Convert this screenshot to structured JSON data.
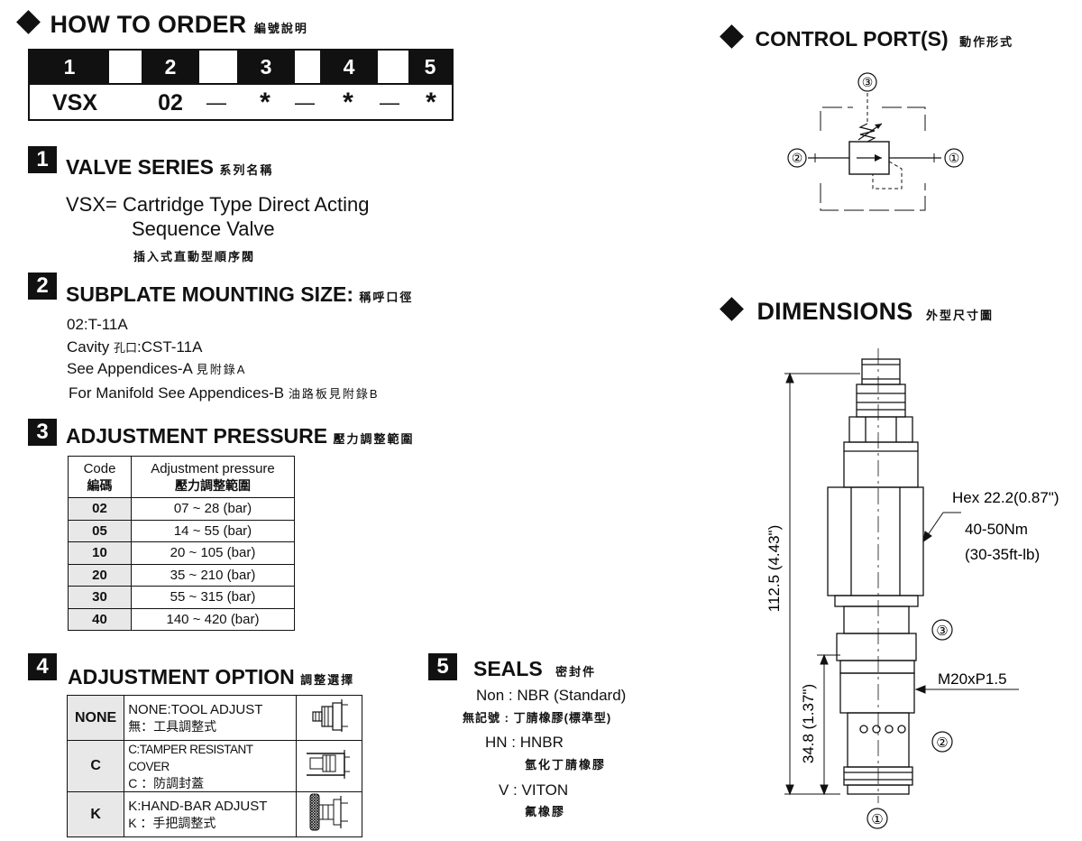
{
  "how_to_order": {
    "title": "HOW TO  ORDER",
    "title_cjk": "編號說明",
    "header_numbers": [
      "1",
      "2",
      "3",
      "4",
      "5"
    ],
    "values": [
      "VSX",
      "02",
      "—",
      "*",
      "—",
      "*",
      "—",
      "*"
    ]
  },
  "control_ports": {
    "title": "CONTROL PORT(S)",
    "title_cjk": "動作形式",
    "port_labels": [
      "③",
      "②",
      "①"
    ]
  },
  "dimensions": {
    "title": "DIMENSIONS",
    "title_cjk": "外型尺寸圖",
    "overall_length": "112.5 (4.43\")",
    "lower_length": "34.8 (1.37\")",
    "hex": "Hex  22.2(0.87\")",
    "torque_nm": "40-50Nm",
    "torque_ftlb": "(30-35ft-lb)",
    "thread": "M20xP1.5",
    "port_labels": [
      "③",
      "②",
      "①"
    ]
  },
  "section1": {
    "num": "1",
    "title": "VALVE SERIES",
    "title_cjk": "系列名稱",
    "line1": "VSX= Cartridge Type Direct Acting",
    "line2": "Sequence Valve",
    "line3": "插入式直動型順序閥"
  },
  "section2": {
    "num": "2",
    "title": "SUBPLATE MOUNTING SIZE:",
    "title_cjk": "稱呼口徑",
    "line1": "02:T-11A",
    "line2_a": "Cavity",
    "line2_cjk": "孔口",
    "line2_b": ":CST-11A",
    "line3_a": "See Appendices-A",
    "line3_cjk": "見附錄A",
    "line4_a": "For Manifold See Appendices-B",
    "line4_cjk": "油路板見附錄B"
  },
  "section3": {
    "num": "3",
    "title": "ADJUSTMENT PRESSURE",
    "title_cjk": "壓力調整範圍",
    "col_code": "Code",
    "col_code_cjk": "編碼",
    "col_pressure": "Adjustment pressure",
    "col_pressure_cjk": "壓力調整範圍",
    "rows": [
      {
        "code": "02",
        "range": "07 ~ 28 (bar)"
      },
      {
        "code": "05",
        "range": "14 ~ 55 (bar)"
      },
      {
        "code": "10",
        "range": "20 ~ 105 (bar)"
      },
      {
        "code": "20",
        "range": "35 ~ 210 (bar)"
      },
      {
        "code": "30",
        "range": "55 ~ 315 (bar)"
      },
      {
        "code": "40",
        "range": "140 ~ 420 (bar)"
      }
    ]
  },
  "section4": {
    "num": "4",
    "title": "ADJUSTMENT OPTION",
    "title_cjk": "調整選擇",
    "rows": [
      {
        "code": "NONE",
        "desc": "NONE:TOOL ADJUST",
        "desc_cjk": "無：工具調整式"
      },
      {
        "code": "C",
        "desc": "C:TAMPER RESISTANT COVER",
        "desc_cjk": "C ：防調封蓋"
      },
      {
        "code": "K",
        "desc": "K:HAND-BAR ADJUST",
        "desc_cjk": "K ：手把調整式"
      }
    ]
  },
  "section5": {
    "num": "5",
    "title": "SEALS",
    "title_cjk": "密封件",
    "non_code": "Non :",
    "non_desc": "NBR (Standard)",
    "non_code_cjk": "無記號 :",
    "non_desc_cjk": "丁腈橡膠(標準型)",
    "hn_code": "HN :",
    "hn_desc": "HNBR",
    "hn_desc_cjk": "氫化丁腈橡膠",
    "v_code": "V :",
    "v_desc": "VITON",
    "v_desc_cjk": "氟橡膠"
  }
}
